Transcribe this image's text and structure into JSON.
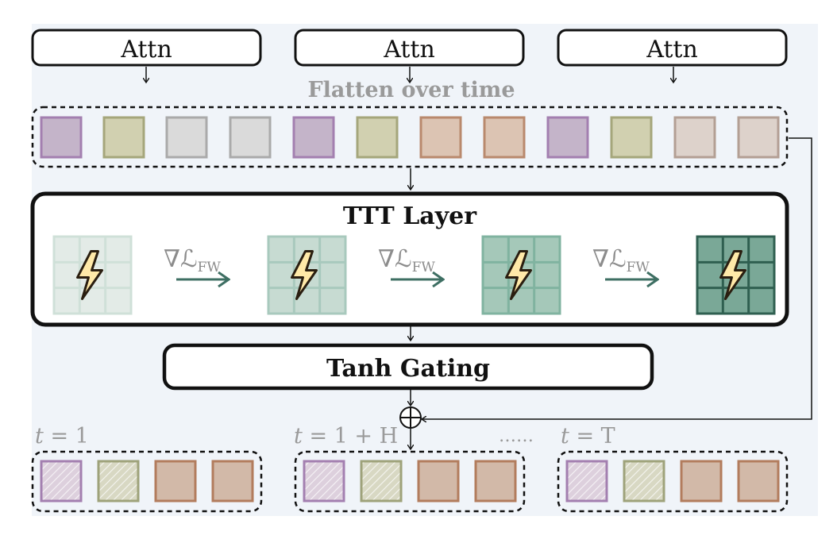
{
  "colors": {
    "background": "#f0f4f9",
    "stroke": "#111111",
    "arrow": "#3e6f63",
    "muted_text": "#9a9a9a"
  },
  "attn_boxes": [
    {
      "label": "Attn"
    },
    {
      "label": "Attn"
    },
    {
      "label": "Attn"
    }
  ],
  "flatten_label": "Flatten over time",
  "token_strip": [
    {
      "fill": "#c4b4c9",
      "border": "#a37fb0"
    },
    {
      "fill": "#d1d0b0",
      "border": "#a5a67b"
    },
    {
      "fill": "#dadada",
      "border": "#aaaaaa"
    },
    {
      "fill": "#dadada",
      "border": "#aaaaaa"
    },
    {
      "fill": "#c4b4c9",
      "border": "#a37fb0"
    },
    {
      "fill": "#d1d0b0",
      "border": "#a5a67b"
    },
    {
      "fill": "#dcc4b3",
      "border": "#b9896d"
    },
    {
      "fill": "#dcc4b3",
      "border": "#b9896d"
    },
    {
      "fill": "#c4b4c9",
      "border": "#a37fb0"
    },
    {
      "fill": "#d1d0b0",
      "border": "#a5a67b"
    },
    {
      "fill": "#ddd2cb",
      "border": "#b39f94"
    },
    {
      "fill": "#ddd2cb",
      "border": "#b39f94"
    }
  ],
  "ttt": {
    "title": "TTT Layer",
    "gradient_label": "∇ℒ",
    "gradient_subscript": "FW",
    "grids": [
      {
        "fill": "#e3ebe7",
        "line": "#cfe0d8",
        "opacity_level": 1
      },
      {
        "fill": "#c7dbd2",
        "line": "#a8c9bd",
        "opacity_level": 2
      },
      {
        "fill": "#a5c8b9",
        "line": "#80b3a0",
        "opacity_level": 3
      },
      {
        "fill": "#7aa897",
        "line": "#2f5f50",
        "opacity_level": 4
      }
    ],
    "bolt_icon": "lightning-bolt-icon"
  },
  "gating": {
    "label": "Tanh Gating"
  },
  "sum_icon": "circled-plus-icon",
  "ellipsis": "……",
  "groups": [
    {
      "label_t": "t",
      "label_rest": " = 1",
      "tokens": [
        {
          "fill": "#ddd0dd",
          "border": "#a37fb0",
          "hatched": true
        },
        {
          "fill": "#d8d8c3",
          "border": "#9ea27a",
          "hatched": true
        },
        {
          "fill": "#d2b9a8",
          "border": "#b27c5d",
          "hatched": false
        },
        {
          "fill": "#d2b9a8",
          "border": "#b27c5d",
          "hatched": false
        }
      ]
    },
    {
      "label_t": "t",
      "label_rest": " = 1 + H",
      "tokens": [
        {
          "fill": "#ddd0dd",
          "border": "#a37fb0",
          "hatched": true
        },
        {
          "fill": "#d8d8c3",
          "border": "#9ea27a",
          "hatched": true
        },
        {
          "fill": "#d2b9a8",
          "border": "#b27c5d",
          "hatched": false
        },
        {
          "fill": "#d2b9a8",
          "border": "#b27c5d",
          "hatched": false
        }
      ]
    },
    {
      "label_t": "t",
      "label_rest": " = T",
      "tokens": [
        {
          "fill": "#ddd0dd",
          "border": "#a37fb0",
          "hatched": true
        },
        {
          "fill": "#d8d8c3",
          "border": "#9ea27a",
          "hatched": true
        },
        {
          "fill": "#d2b9a8",
          "border": "#b27c5d",
          "hatched": false
        },
        {
          "fill": "#d2b9a8",
          "border": "#b27c5d",
          "hatched": false
        }
      ]
    }
  ]
}
